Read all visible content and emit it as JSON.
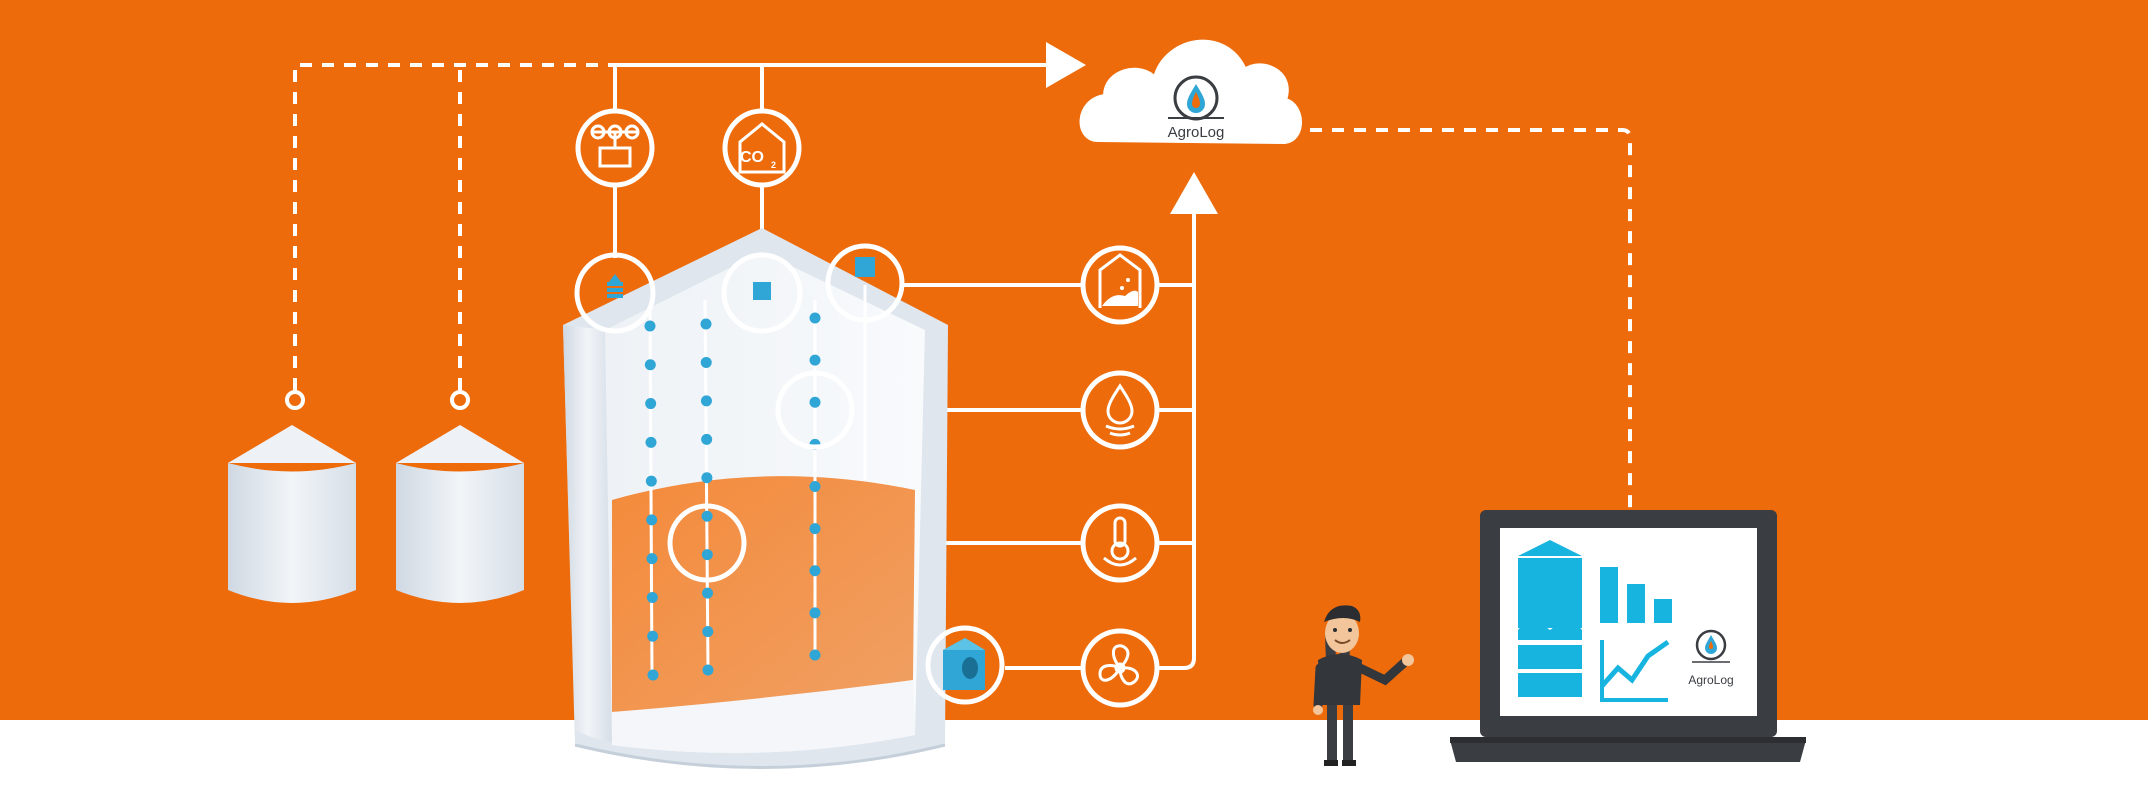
{
  "colors": {
    "background": "#ee6b0b",
    "ground": "#ffffff",
    "line": "#ffffff",
    "sensor": "#2fa6d6",
    "grain": "#f28a3c",
    "silo": "#e7ecf2",
    "laptop": "#3a3d42",
    "accent": "#18b4e0"
  },
  "cloud": {
    "brand": "AgroLog",
    "icon": "droplet-logo-icon"
  },
  "screen": {
    "brand": "AgroLog",
    "icon": "droplet-logo-icon"
  },
  "icons": {
    "weather": "weather-station-icon",
    "co2": "co2-house-icon",
    "level": "grain-level-icon",
    "moisture": "moisture-icon",
    "temperature": "thermometer-icon",
    "fan": "fan-icon"
  },
  "co2": {
    "main": "CO",
    "sub": "2"
  }
}
